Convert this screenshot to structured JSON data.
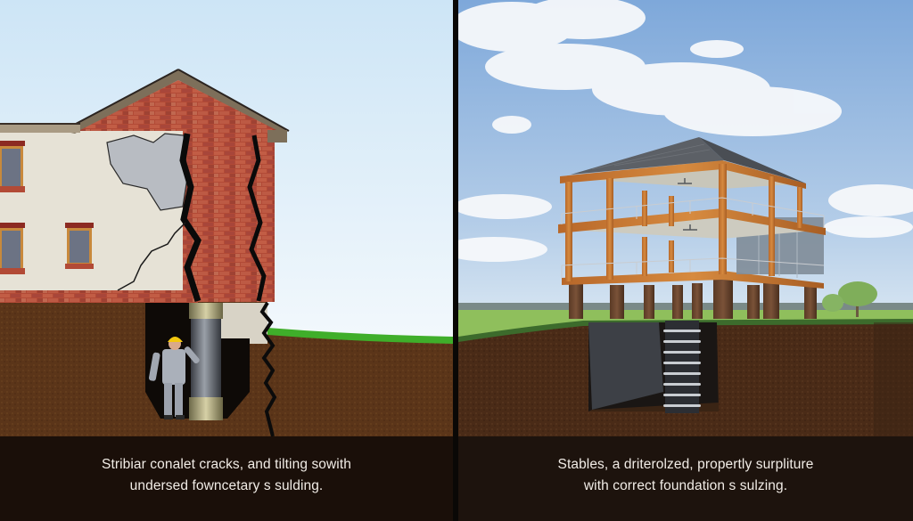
{
  "panels": {
    "left": {
      "label": "failing-foundation",
      "scene": {
        "sky_color_top": "#cfe6f7",
        "sky_color_bottom": "#eef6fb",
        "brick_color": "#b8503c",
        "stucco_color": "#e6e2d6",
        "soil_color": "#5a3518",
        "grass_color": "#3fae2a",
        "hardhat_color": "#f3c80f",
        "elements": [
          "cracked-house",
          "stucco-wall",
          "brick-wall",
          "windows",
          "foundation-pier",
          "worker-with-hardhat",
          "ground-crack"
        ]
      },
      "caption": {
        "line1": "Stribiar conalet cracks, and tilting sowith",
        "line2": "undersed fowncetary s sulding."
      }
    },
    "right": {
      "label": "stable-foundation",
      "scene": {
        "sky_color_top": "#7fa9dc",
        "sky_color_bottom": "#cfe0f0",
        "timber_color": "#c7772f",
        "roof_color": "#5c6066",
        "glass_color": "#7f8c98",
        "soil_color": "#4a2b17",
        "field_color": "#8fbf5c",
        "elements": [
          "two-story-frame-building",
          "metal-roof",
          "railings",
          "glass-panels",
          "support-posts",
          "helical-pier",
          "excavation",
          "tree"
        ]
      },
      "caption": {
        "line1": "Stables, a driterolzed, propertly surpliture",
        "line2": "with correct foundation s sulzing."
      }
    }
  }
}
